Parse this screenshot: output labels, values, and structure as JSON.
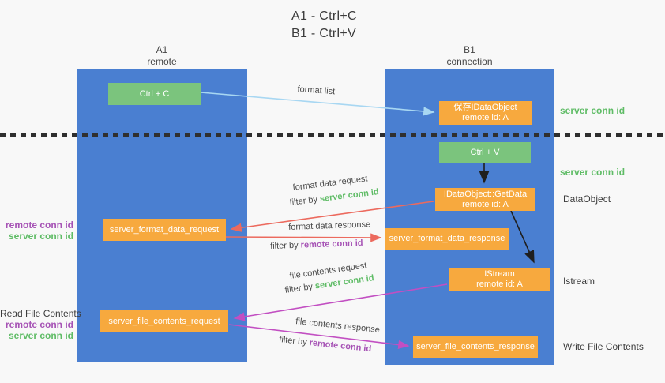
{
  "title": {
    "line1": "A1 - Ctrl+C",
    "line2": "B1 - Ctrl+V"
  },
  "columns": {
    "a1": {
      "name": "A1",
      "subtitle": "remote"
    },
    "b1": {
      "name": "B1",
      "subtitle": "connection"
    }
  },
  "nodes": {
    "ctrl_c": "Ctrl + C",
    "ctrl_v": "Ctrl + V",
    "save_idataobject": {
      "line1": "保存IDataObject",
      "line2": "remote id: A"
    },
    "getdata": {
      "line1": "IDataObject::GetData",
      "line2": "remote id: A"
    },
    "istream": {
      "line1": "IStream",
      "line2": "remote id: A"
    },
    "server_format_data_request": "server_format_data_request",
    "server_format_data_response": "server_format_data_response",
    "server_file_contents_request": "server_file_contents_request",
    "server_file_contents_response": "server_file_contents_response"
  },
  "arrow_labels": {
    "format_list": "format list",
    "format_data_request": "format data request",
    "format_data_response": "format data response",
    "file_contents_request": "file contents request",
    "file_contents_response": "file contents response",
    "filter_by": "filter by ",
    "server_conn_id": "server conn id",
    "remote_conn_id": "remote conn id"
  },
  "side_labels": {
    "server_conn_id": "server conn id",
    "remote_conn_id": "remote conn id",
    "dataobject": "DataObject",
    "istream": "Istream",
    "read_file_contents": "Read File Contents",
    "write_file_contents": "Write File Contents"
  },
  "colors": {
    "column_blue": "#4a7fd1",
    "box_green": "#7bc47d",
    "box_orange": "#f7a93e",
    "text_green": "#5fbc66",
    "text_purple": "#a653b5",
    "arrow_red": "#ec6a5e",
    "arrow_magenta": "#c24fc2",
    "arrow_lightblue": "#a8d7f2",
    "arrow_black": "#1f1f1f",
    "background": "#f8f8f8"
  }
}
